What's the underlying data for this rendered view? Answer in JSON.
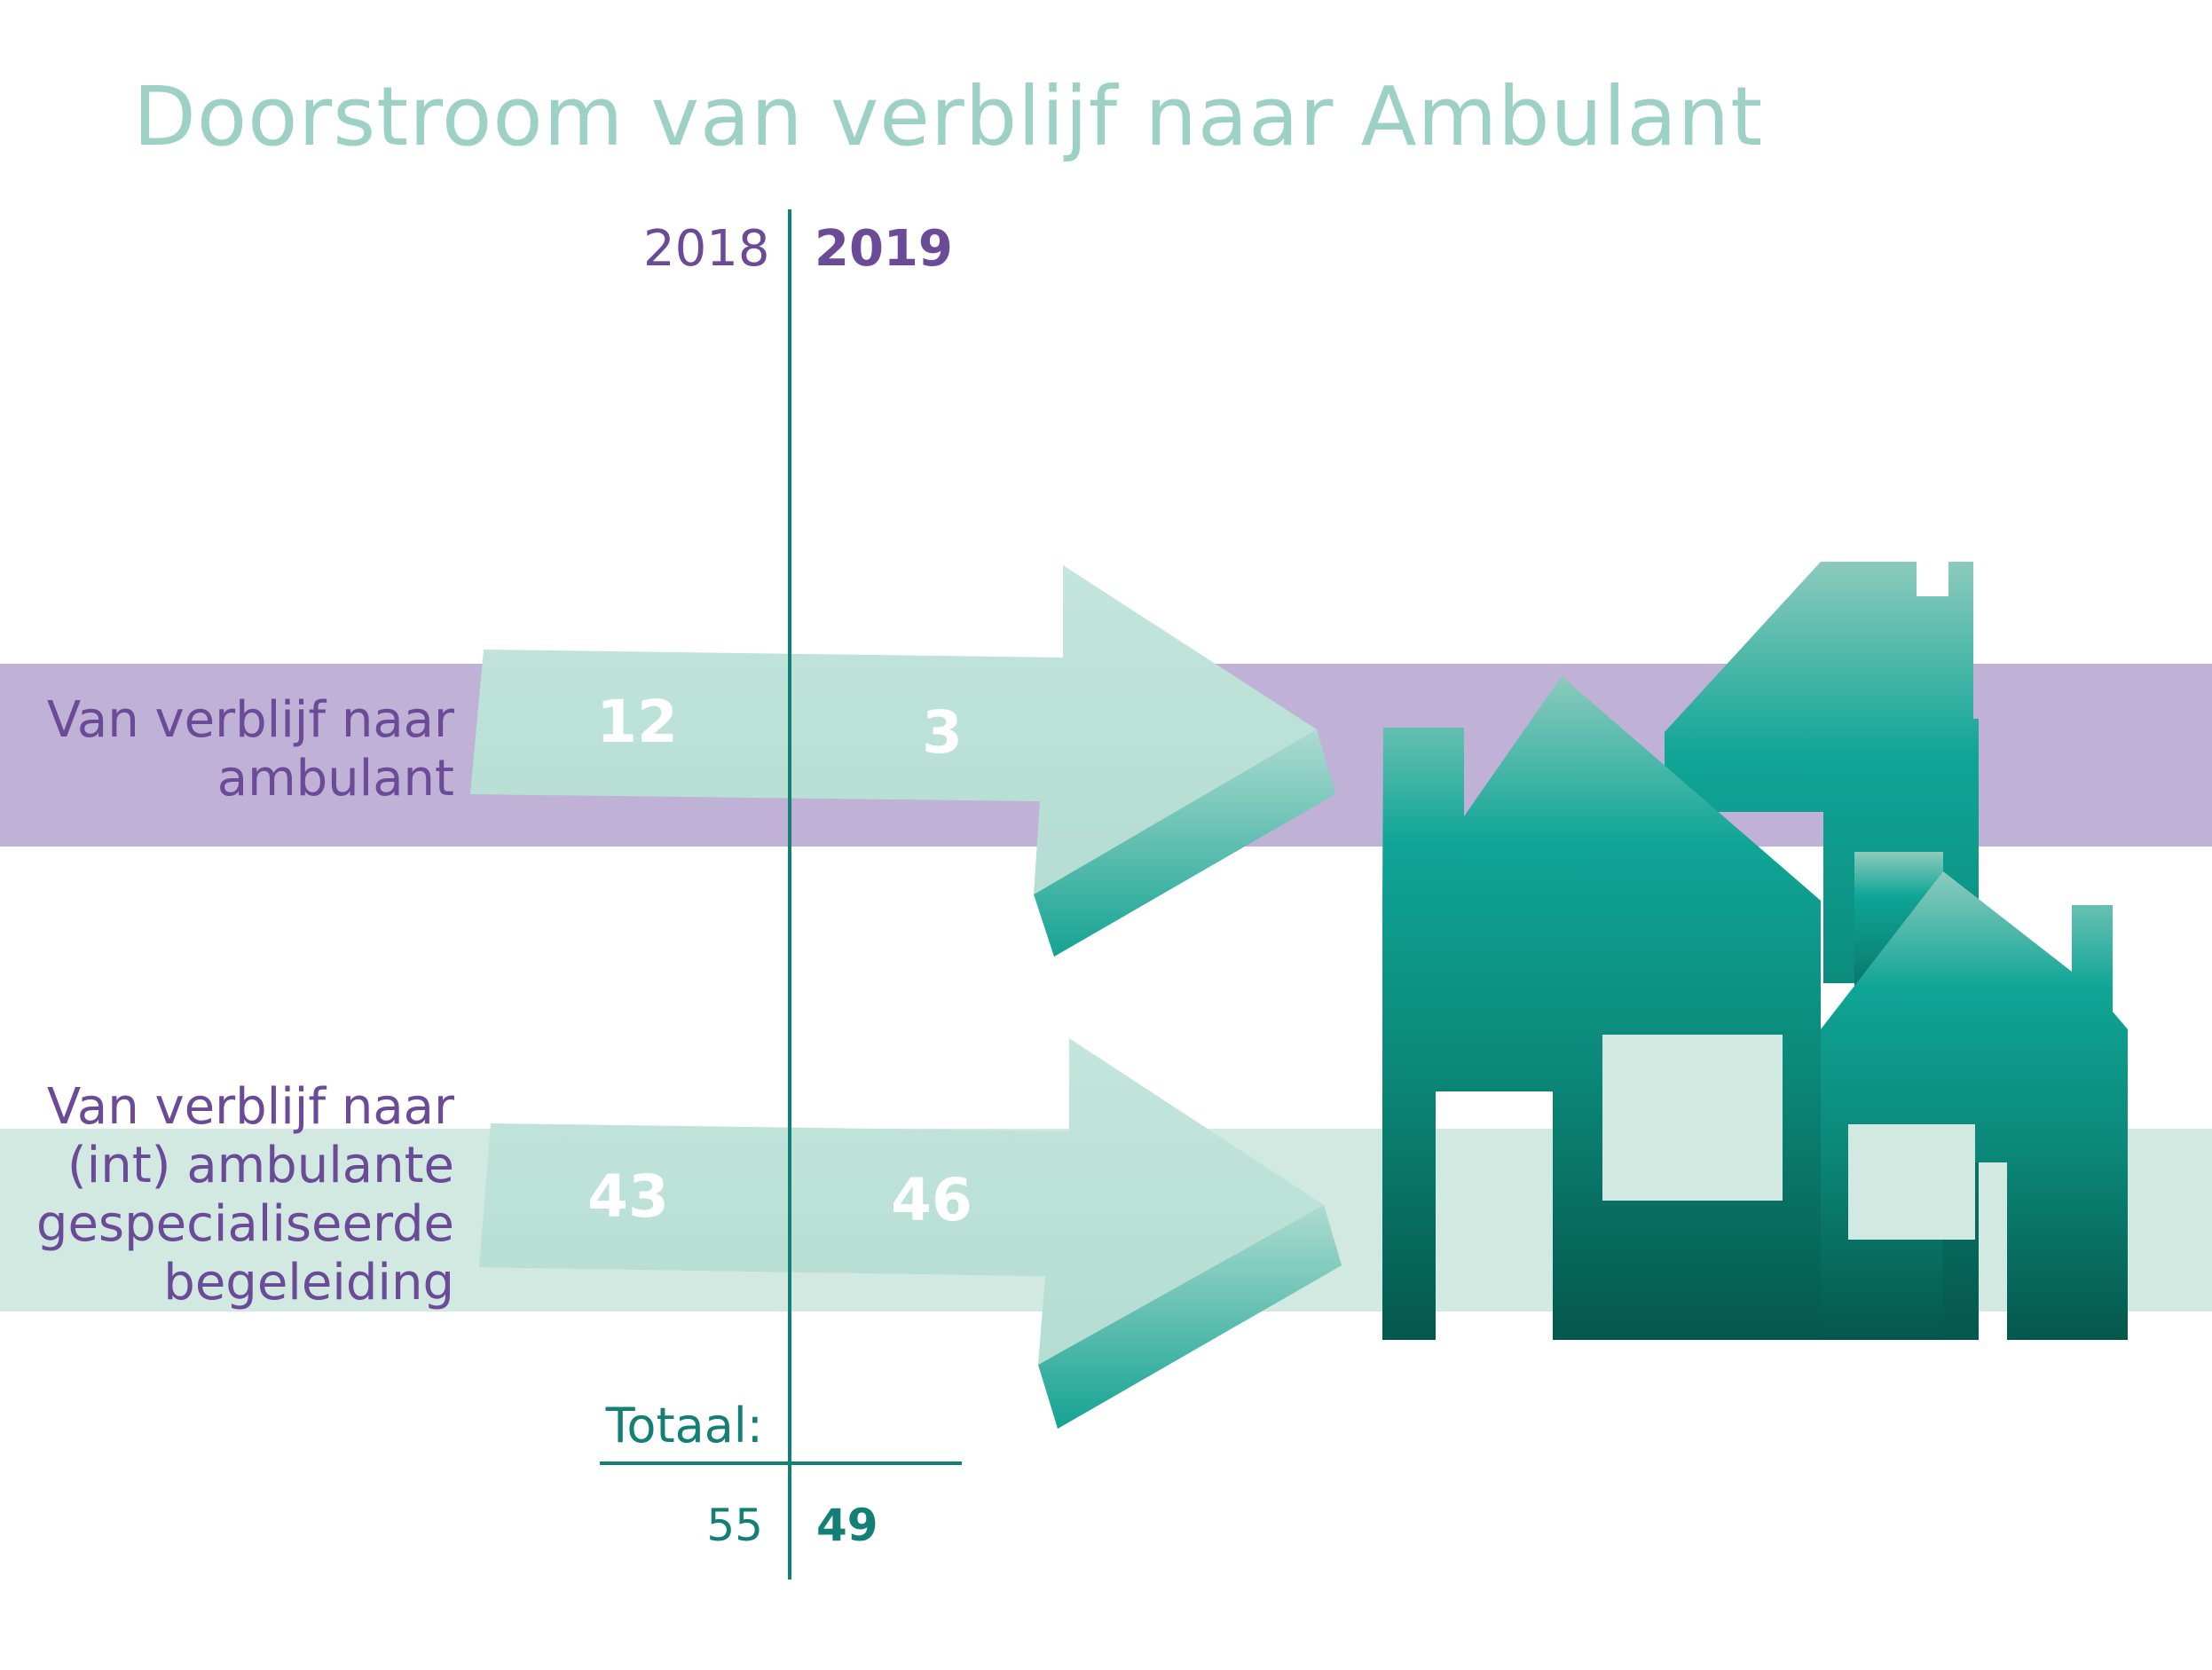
{
  "title": "Doorstroom van verblijf naar Ambulant",
  "years": [
    "2018",
    "2019"
  ],
  "colors": {
    "title": "#9dd1c5",
    "purple_text": "#6b4a97",
    "purple_band": "#c0b1d6",
    "green_band": "#d2e9e1",
    "teal": "#0e8f82",
    "arrow_light": "#bde3d8",
    "divider": "#147f74"
  },
  "icons": [
    "arrow-icon",
    "houses-icon"
  ],
  "chart_data": {
    "type": "table",
    "title": "Doorstroom van verblijf naar Ambulant",
    "columns": [
      "2018",
      "2019"
    ],
    "rows": [
      {
        "label": "Van verblijf naar ambulant",
        "values": [
          12,
          3
        ]
      },
      {
        "label": "Van verblijf naar (int) ambulante gespecialiseerde begeleiding",
        "values": [
          43,
          46
        ]
      }
    ],
    "total_label": "Totaal:",
    "totals": [
      55,
      49
    ]
  },
  "rows": [
    {
      "label": "Van verblijf naar ambulant",
      "v2018": "12",
      "v2019": "3"
    },
    {
      "label": "Van verblijf naar (int) ambulante gespecialiseerde begeleiding",
      "v2018": "43",
      "v2019": "46"
    }
  ],
  "totals": {
    "label": "Totaal:",
    "v2018": "55",
    "v2019": "49"
  }
}
